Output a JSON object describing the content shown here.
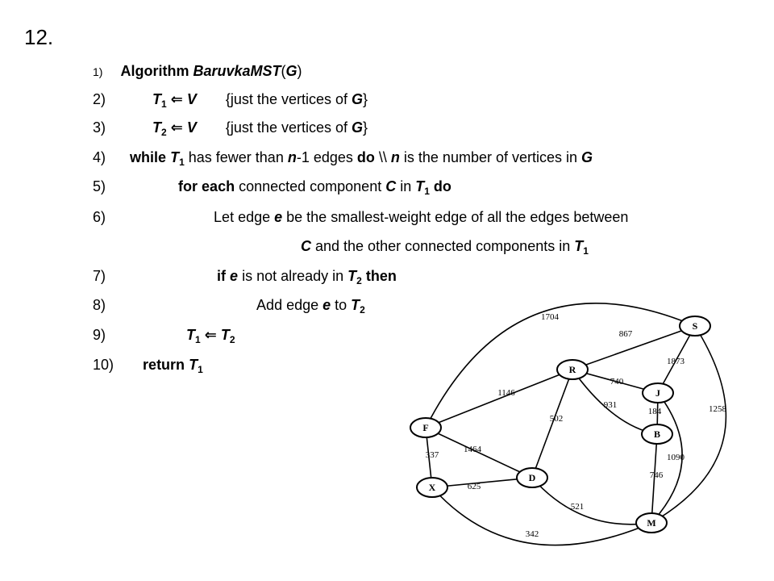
{
  "slide_number": "12.",
  "algorithm": {
    "line1": {
      "num": "1)",
      "text_a": "Algorithm ",
      "name": "BaruvkaMST",
      "text_b": "(",
      "arg": "G",
      "text_c": ")"
    },
    "line2": {
      "num": "2)",
      "t": "T",
      "sub": "1",
      "arrow": "⇐",
      "v": "V",
      "comment_a": "{just the vertices of ",
      "g": "G",
      "comment_b": "}"
    },
    "line3": {
      "num": "3)",
      "t": "T",
      "sub": "2",
      "arrow": "⇐",
      "v": "V",
      "comment_a": "{just the vertices of ",
      "g": "G",
      "comment_b": "}"
    },
    "line4": {
      "num": "4)",
      "kw_while": "while ",
      "t": "T",
      "sub": "1",
      "text_a": " has fewer than ",
      "n": "n",
      "text_b": "-1 edges ",
      "kw_do": "do",
      "comment_slash": " \\\\ ",
      "comment_n": "n",
      "comment_a": " is the number of vertices in ",
      "comment_g": "G"
    },
    "line5": {
      "num": "5)",
      "kw_for": "for each",
      "text_a": " connected component ",
      "c": "C",
      "text_b": " in ",
      "t": "T",
      "sub": "1",
      "kw_do": " do"
    },
    "line6": {
      "num": "6)",
      "text_a": "Let edge ",
      "e": "e",
      "text_b": " be the smallest-weight edge of all the edges between"
    },
    "line6b": {
      "c": "C",
      "text_a": " and the other connected components in ",
      "t": "T",
      "sub": "1"
    },
    "line7": {
      "num": "7)",
      "kw_if": "if ",
      "e": "e",
      "text_a": " is not already in ",
      "t": "T",
      "sub": "2",
      "kw_then": " then"
    },
    "line8": {
      "num": "8)",
      "text_a": "Add edge ",
      "e": "e",
      "text_b": " to ",
      "t": "T",
      "sub": "2"
    },
    "line9": {
      "num": "9)",
      "t1": "T",
      "sub1": "1",
      "arrow": "⇐",
      "t2": "T",
      "sub2": "2"
    },
    "line10": {
      "num": "10)",
      "kw_return": "return ",
      "t": "T",
      "sub": "1"
    }
  },
  "graph": {
    "vertices": [
      {
        "id": "S",
        "label": "S"
      },
      {
        "id": "R",
        "label": "R"
      },
      {
        "id": "J",
        "label": "J"
      },
      {
        "id": "B",
        "label": "B"
      },
      {
        "id": "F",
        "label": "F"
      },
      {
        "id": "D",
        "label": "D"
      },
      {
        "id": "X",
        "label": "X"
      },
      {
        "id": "M",
        "label": "M"
      }
    ],
    "edges": [
      {
        "from": "F",
        "to": "S",
        "weight": "1704"
      },
      {
        "from": "R",
        "to": "S",
        "weight": "867"
      },
      {
        "from": "J",
        "to": "S",
        "weight": "1873"
      },
      {
        "from": "S",
        "to": "M",
        "weight": "1258"
      },
      {
        "from": "F",
        "to": "R",
        "weight": "1146"
      },
      {
        "from": "R",
        "to": "J",
        "weight": "740"
      },
      {
        "from": "R",
        "to": "B",
        "weight": "931"
      },
      {
        "from": "R",
        "to": "D",
        "weight": "502"
      },
      {
        "from": "J",
        "to": "B",
        "weight": "184"
      },
      {
        "from": "J",
        "to": "M",
        "weight": "1090"
      },
      {
        "from": "B",
        "to": "M",
        "weight": "746"
      },
      {
        "from": "F",
        "to": "D",
        "weight": "1464"
      },
      {
        "from": "F",
        "to": "X",
        "weight": "337"
      },
      {
        "from": "X",
        "to": "D",
        "weight": "625"
      },
      {
        "from": "D",
        "to": "M",
        "weight": "521"
      },
      {
        "from": "X",
        "to": "M",
        "weight": "342"
      }
    ]
  }
}
